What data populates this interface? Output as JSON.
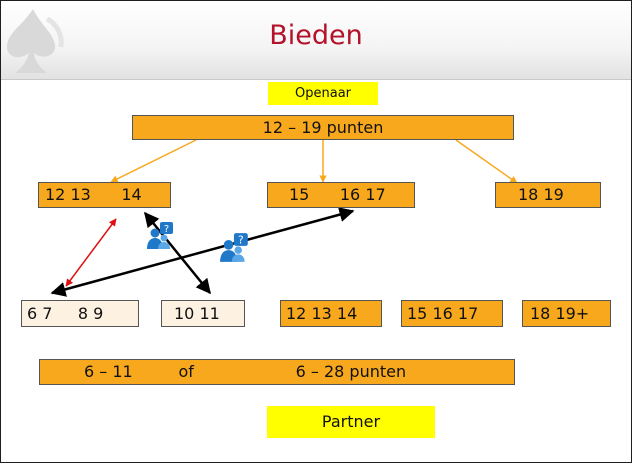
{
  "title": "Bieden",
  "colors": {
    "title": "#b3122a",
    "orange_box": "#f8a81c",
    "light_box": "#fdf1e2",
    "highlight": "#ffff00",
    "arrow_red": "#e01010",
    "arrow_black": "#000000",
    "connector": "#f8a81c"
  },
  "opener": {
    "label": "Openaar",
    "range": "12 – 19 punten"
  },
  "opener_groups": [
    "12 13      14",
    "15      16 17",
    "18 19"
  ],
  "responder_groups": [
    "6 7     8 9",
    "10 11",
    "12 13 14",
    "15 16 17",
    "18 19+"
  ],
  "responder_range": "6 – 11         of                    6 – 28 punten",
  "partner_label": "Partner",
  "icons": [
    "question-person-icon",
    "question-person-icon"
  ]
}
